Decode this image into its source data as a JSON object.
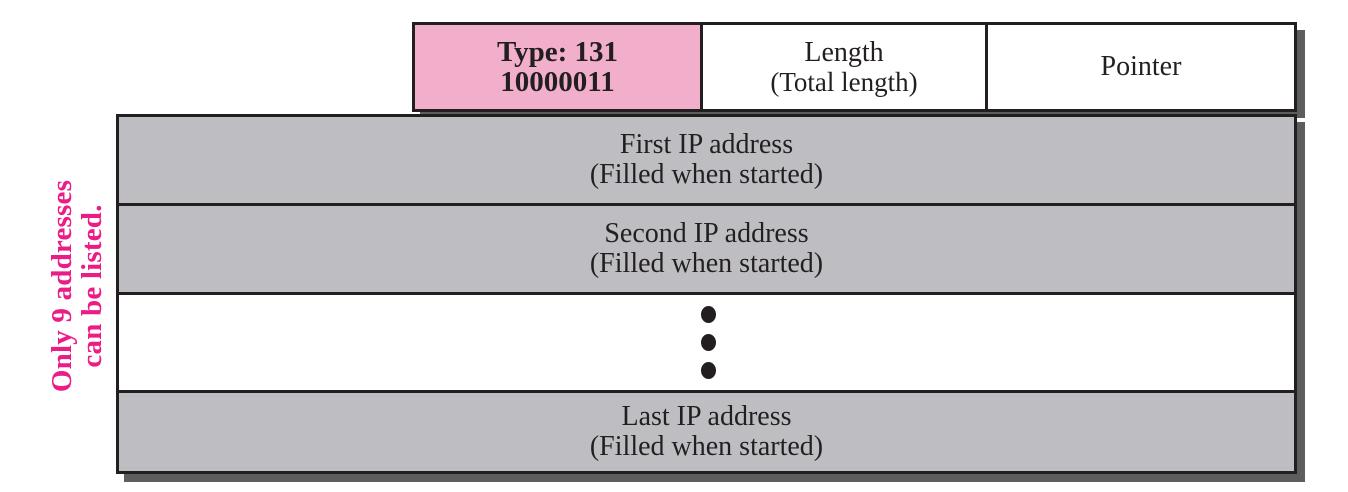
{
  "figure": {
    "annotation": {
      "line1": "Only 9 addresses",
      "line2": "can be listed."
    },
    "header": {
      "type_cell": {
        "label": "Type: 131",
        "binary": "10000011",
        "background": "#f2afcb"
      },
      "length_cell": {
        "label": "Length",
        "sub": "(Total length)"
      },
      "pointer_cell": {
        "label": "Pointer"
      }
    },
    "rows": [
      {
        "label": "First IP address",
        "sub": "(Filled when started)",
        "fill": "gray"
      },
      {
        "label": "Second IP address",
        "sub": "(Filled when started)",
        "fill": "gray"
      },
      {
        "label": "",
        "sub": "",
        "fill": "white"
      },
      {
        "label": "Last IP address",
        "sub": "(Filled when started)",
        "fill": "gray"
      }
    ],
    "ellipsis_dots": 3,
    "colors": {
      "accent_pink": "#f2afcb",
      "annotation_magenta": "#ec1c87",
      "row_gray": "#bebec2",
      "stroke": "#231f20",
      "shadow": "#5d5d5d"
    }
  }
}
